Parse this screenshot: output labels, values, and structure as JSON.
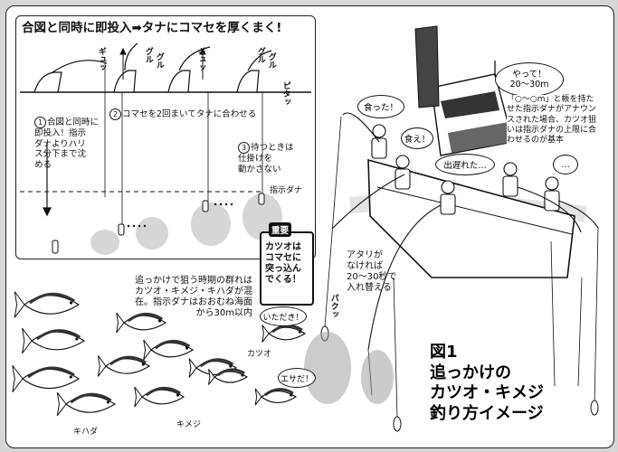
{
  "inset": {
    "title": "合図と同時に即投入➡タナにコマセを厚くまく!",
    "sfx_gyu": "ギュッ",
    "sfx_guru1": "グル",
    "sfx_guru2": "グル",
    "sfx_gyu2": "ギュッ",
    "sfx_guru3": "グル",
    "sfx_guru4": "グル",
    "sfx_pita": "ピタッ",
    "step1_num": "1",
    "step1": "合図と同時に\n即投入！指示\nダナよりハリ\nス分下まで沈\nめる",
    "step2_num": "2",
    "step2": "コマセを2回まいてタナに合わせる",
    "step3_num": "3",
    "step3": "待つときは\n仕掛けを\n動かさない",
    "shiji_dana": "指示ダナ"
  },
  "important": {
    "badge": "重要",
    "text": "カツオは\nコマセに\n突っ込ん\nでくる！"
  },
  "boat": {
    "yatte": "やって！\n20～30m",
    "announce": "「○～○m」と帳を持た\nせた指示ダナがアナウン\nスされた場合、カツオ狙\nいは指示ダナの上限に合\nわせるのが基本",
    "kutta": "食った！",
    "kue": "食え！",
    "deresore": "出遅れた…",
    "dots": "…"
  },
  "atari": "アタリが\nなければ\n20～30秒で\n入れ替える",
  "school_text": "追っかけで狙う時期の群れは\nカツオ・キメジ・キハダが混\n在。指示ダナはおおむね海面\nから30m以内",
  "fish": {
    "itadaki": "いただき！",
    "esada": "エサだ！",
    "pakku": "パクッ",
    "katsuo": "カツオ",
    "kimeji": "キメジ",
    "kihada": "キハダ"
  },
  "figure": {
    "label": "図1",
    "line1": "追っかけの",
    "line2": "カツオ・キメジ",
    "line3": "釣り方イメージ"
  }
}
